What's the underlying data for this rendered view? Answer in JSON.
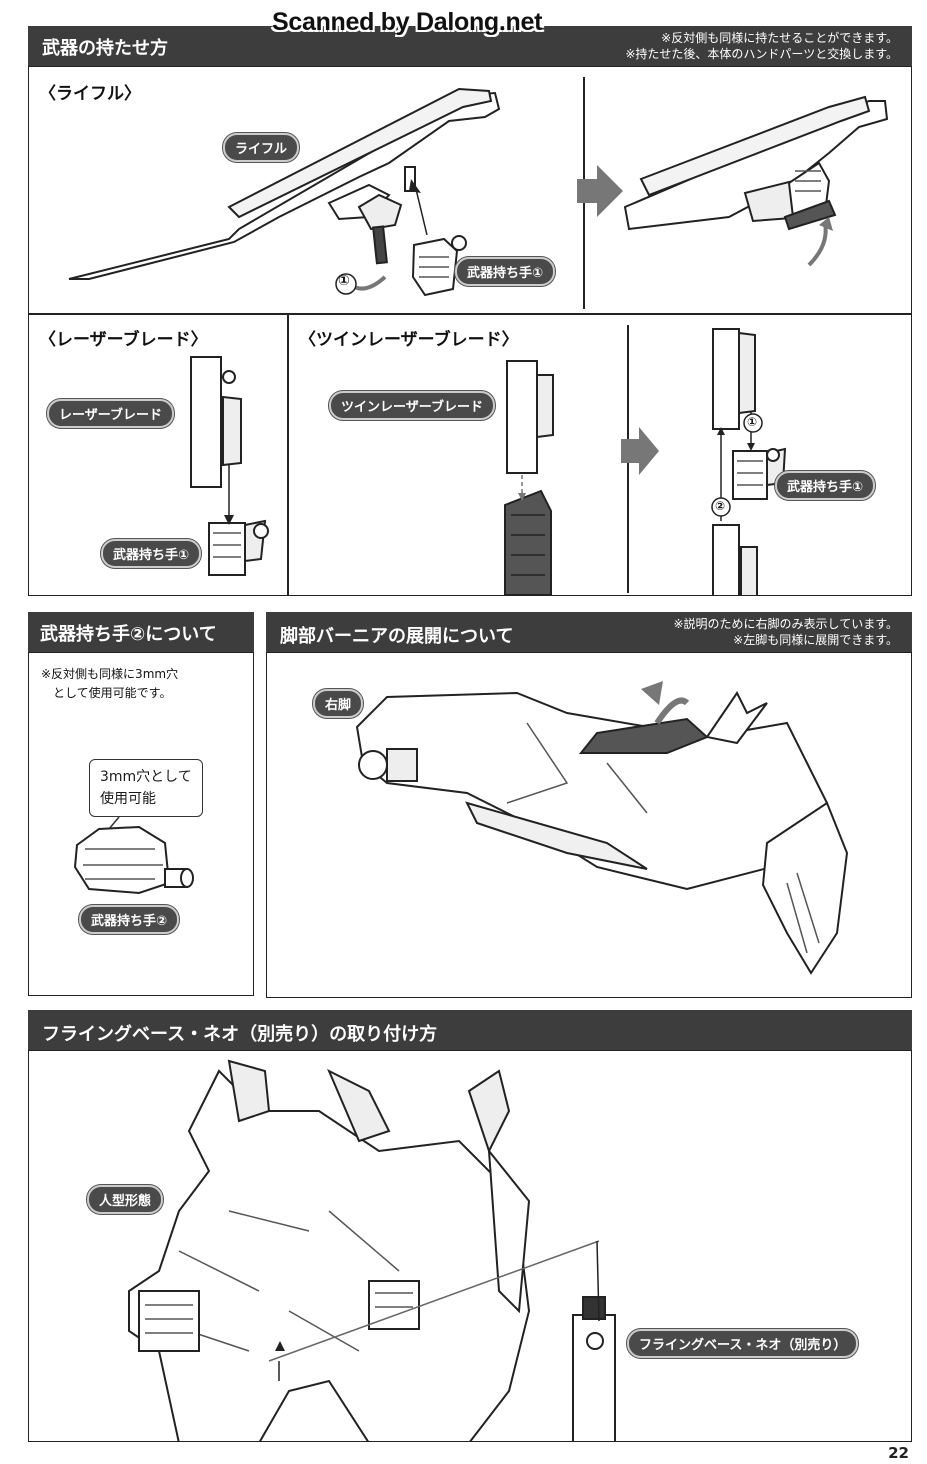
{
  "watermark": "Scanned by Dalong.net",
  "section_weapons": {
    "title": "武器の持たせ方",
    "notes": [
      "※反対側も同様に持たせることができます。",
      "※持たせた後、本体のハンドパーツと交換します。"
    ],
    "rifle": {
      "heading": "〈ライフル〉",
      "label_rifle": "ライフル",
      "label_hand": "武器持ち手①",
      "step1": "①"
    },
    "laser_blade": {
      "heading": "〈レーザーブレード〉",
      "label_blade": "レーザーブレード",
      "label_hand": "武器持ち手①"
    },
    "twin_laser_blade": {
      "heading": "〈ツインレーザーブレード〉",
      "label_blade": "ツインレーザーブレード",
      "label_hand": "武器持ち手①",
      "step1": "①",
      "step2": "②"
    }
  },
  "section_hand2": {
    "title": "武器持ち手②について",
    "note": [
      "※反対側も同様に3mm穴",
      "　として使用可能です。"
    ],
    "callout": [
      "3mm穴として",
      "使用可能"
    ],
    "label_hand": "武器持ち手②"
  },
  "section_vernier": {
    "title": "脚部バーニアの展開について",
    "notes": [
      "※説明のために右脚のみ表示しています。",
      "※左脚も同様に展開できます。"
    ],
    "label_leg": "右脚"
  },
  "section_base": {
    "title": "フライングベース・ネオ（別売り）の取り付け方",
    "label_form": "人型形態",
    "label_base": "フライングベース・ネオ（別売り）"
  },
  "page_number": "22",
  "colors": {
    "header_bg": "#3d3d3d",
    "pill_bg": "#4a4a4a",
    "arrow_gray": "#666666"
  }
}
